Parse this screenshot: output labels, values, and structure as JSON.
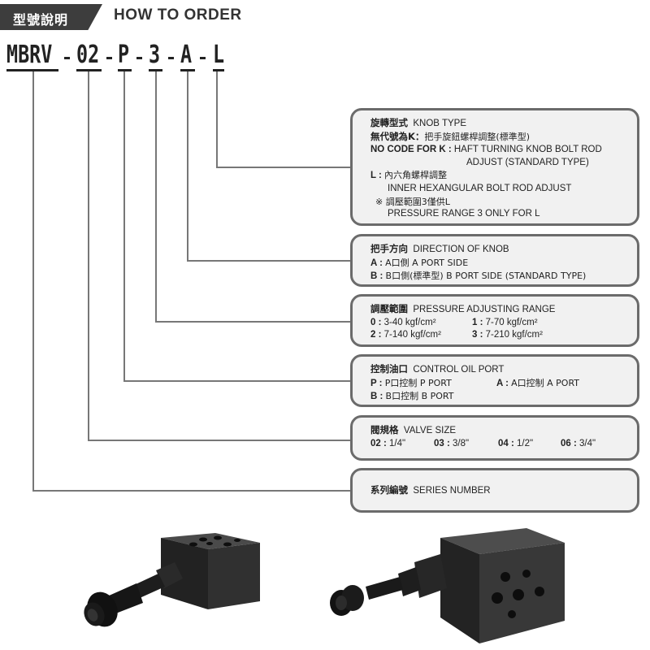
{
  "header": {
    "tab_label": "型號說明",
    "title": "HOW TO ORDER"
  },
  "model_code": {
    "parts": [
      "MBRV",
      "02",
      "P",
      "3",
      "A",
      "L"
    ]
  },
  "boxes": {
    "knob": {
      "title_zh": "旋轉型式",
      "title_en": "KNOB TYPE",
      "line1_zh": "無代號為K：",
      "line1_rest": "把手旋鈕螺桿調整(標準型)",
      "line2_code": "NO CODE FOR K :",
      "line2_rest": "HAFT TURNING KNOB BOLT ROD",
      "line3": "ADJUST (STANDARD TYPE)",
      "line4_code": "L :",
      "line4_rest": "內六角螺桿調整",
      "line5": "INNER HEXANGULAR BOLT ROD ADJUST",
      "line6": "※ 調壓範圍3僅供L",
      "line7": "PRESSURE RANGE 3 ONLY FOR L"
    },
    "direction": {
      "title_zh": "把手方向",
      "title_en": "DIRECTION OF KNOB",
      "line1_code": "A :",
      "line1_rest": "A口側 A PORT SIDE",
      "line2_code": "B :",
      "line2_rest": "B口側(標準型) B PORT SIDE (STANDARD TYPE)"
    },
    "pressure": {
      "title_zh": "調壓範圍",
      "title_en": "PRESSURE ADJUSTING RANGE",
      "items": [
        {
          "code": "0 :",
          "value": "3-40 kgf/cm²"
        },
        {
          "code": "1 :",
          "value": "7-70 kgf/cm²"
        },
        {
          "code": "2 :",
          "value": "7-140 kgf/cm²"
        },
        {
          "code": "3 :",
          "value": "7-210 kgf/cm²"
        }
      ]
    },
    "control": {
      "title_zh": "控制油口",
      "title_en": "CONTROL OIL PORT",
      "items": [
        {
          "code": "P :",
          "value": "P口控制 P PORT"
        },
        {
          "code": "A :",
          "value": "A口控制 A PORT"
        },
        {
          "code": "B :",
          "value": "B口控制 B PORT"
        }
      ]
    },
    "size": {
      "title_zh": "閥規格",
      "title_en": "VALVE SIZE",
      "items": [
        {
          "code": "02 :",
          "value": "1/4\""
        },
        {
          "code": "03 :",
          "value": "3/8\""
        },
        {
          "code": "04 :",
          "value": "1/2\""
        },
        {
          "code": "06 :",
          "value": "3/4\""
        }
      ]
    },
    "series": {
      "title_zh": "系列編號",
      "title_en": "SERIES NUMBER"
    }
  },
  "colors": {
    "box_border": "#6b6b6b",
    "box_fill": "#f1f1f1",
    "header_tab": "#3d3d3d",
    "connector": "#777777"
  }
}
